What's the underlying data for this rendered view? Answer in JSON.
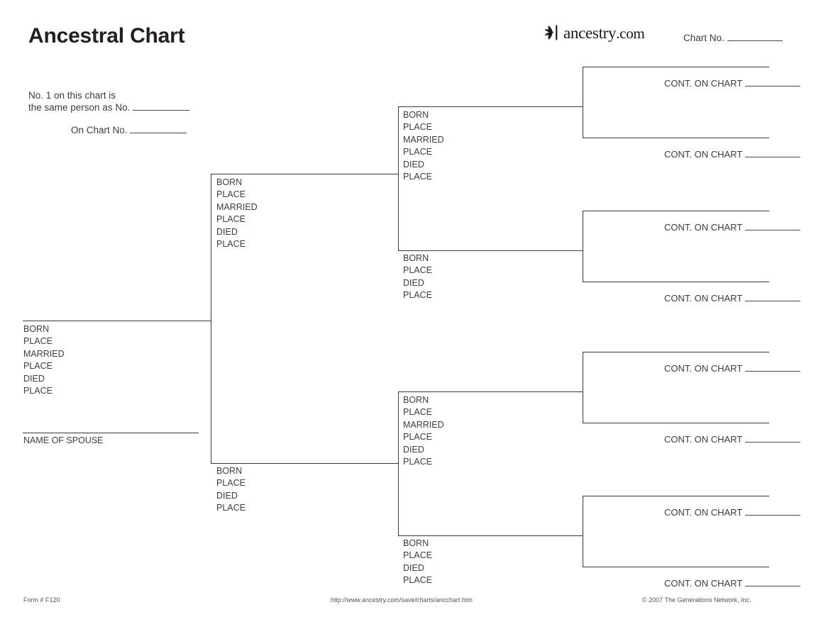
{
  "header": {
    "title": "Ancestral Chart",
    "brand_name": "ancestry",
    "brand_suffix": ".com",
    "brand_icon": "ancestry-leaf-logo",
    "chart_no_label": "Chart No."
  },
  "note": {
    "line1": "No. 1 on this chart is",
    "line2": "the same person as No.",
    "line3": "On Chart No."
  },
  "fields": {
    "born": "BORN",
    "place": "PLACE",
    "married": "MARRIED",
    "died": "DIED"
  },
  "person1": {
    "spouse_label": "NAME OF SPOUSE",
    "fields": [
      "BORN",
      "PLACE",
      "MARRIED",
      "PLACE",
      "DIED",
      "PLACE"
    ]
  },
  "generation2": [
    {
      "id": "father",
      "fields": [
        "BORN",
        "PLACE",
        "MARRIED",
        "PLACE",
        "DIED",
        "PLACE"
      ]
    },
    {
      "id": "mother",
      "fields": [
        "BORN",
        "PLACE",
        "DIED",
        "PLACE"
      ]
    }
  ],
  "generation3": [
    {
      "id": "paternal-grandfather",
      "fields": [
        "BORN",
        "PLACE",
        "MARRIED",
        "PLACE",
        "DIED",
        "PLACE"
      ]
    },
    {
      "id": "paternal-grandmother",
      "fields": [
        "BORN",
        "PLACE",
        "DIED",
        "PLACE"
      ]
    },
    {
      "id": "maternal-grandfather",
      "fields": [
        "BORN",
        "PLACE",
        "MARRIED",
        "PLACE",
        "DIED",
        "PLACE"
      ]
    },
    {
      "id": "maternal-grandmother",
      "fields": [
        "BORN",
        "PLACE",
        "DIED",
        "PLACE"
      ]
    }
  ],
  "generation4": {
    "cont_label": "CONT. ON CHART",
    "entries": [
      {
        "id": "gg-1"
      },
      {
        "id": "gg-2"
      },
      {
        "id": "gg-3"
      },
      {
        "id": "gg-4"
      },
      {
        "id": "gg-5"
      },
      {
        "id": "gg-6"
      },
      {
        "id": "gg-7"
      },
      {
        "id": "gg-8"
      }
    ]
  },
  "footer": {
    "form_number": "Form # F120",
    "url": "http://www.ancestry.com/save/charts/ancchart.htm",
    "copyright": "© 2007 The Generations Network, Inc."
  }
}
